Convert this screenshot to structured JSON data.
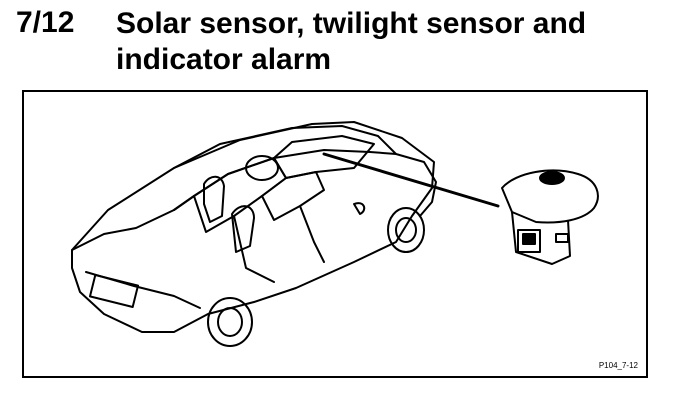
{
  "heading": {
    "number": "7/12",
    "title": "Solar sensor, twilight sensor and indicator alarm"
  },
  "figure": {
    "reference": "P104_7-12"
  }
}
